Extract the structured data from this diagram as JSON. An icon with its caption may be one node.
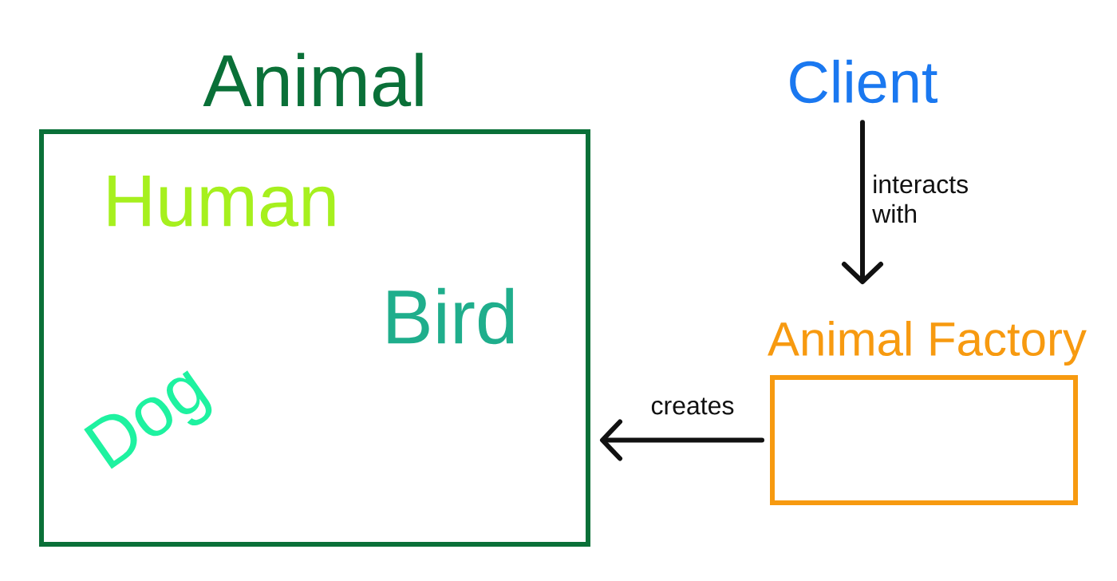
{
  "diagram": {
    "nodes": [
      {
        "text": [
          "Animal",
          "Human",
          "Bird",
          "Dog"
        ]
      },
      {
        "text": [
          "Client"
        ]
      },
      {
        "text": [
          "Animal Factory"
        ]
      }
    ],
    "edges": [
      {
        "from": 1,
        "to": 2,
        "arrow": "to",
        "label": "interacts with"
      },
      {
        "from": 2,
        "to": 0,
        "arrow": "to",
        "label": "creates"
      }
    ]
  }
}
